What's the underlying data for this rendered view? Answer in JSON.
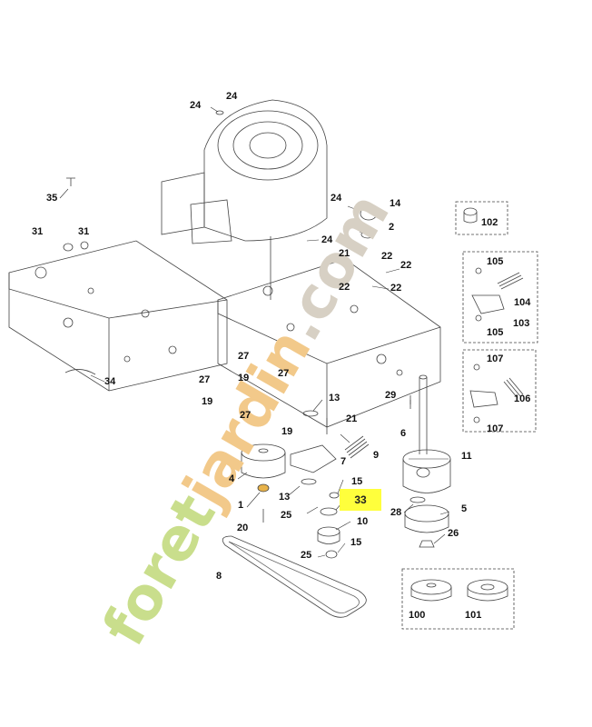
{
  "watermark": {
    "text": "foretjardin.com",
    "color_green": "#c9de8c",
    "color_orange": "#f2c98a",
    "color_grey": "#d7d0c4"
  },
  "highlight": {
    "label": "33",
    "color": "#ffff3c"
  },
  "labels": {
    "l24a": "24",
    "l24b": "24",
    "l35": "35",
    "l31a": "31",
    "l31b": "31",
    "l24c": "24",
    "l14": "14",
    "l2": "2",
    "l24d": "24",
    "l21a": "21",
    "l22a": "22",
    "l22b": "22",
    "l22c": "22",
    "l22d": "22",
    "l102": "102",
    "l105a": "105",
    "l104": "104",
    "l103": "103",
    "l105b": "105",
    "l107a": "107",
    "l106": "106",
    "l107b": "107",
    "l34": "34",
    "l27a": "27",
    "l27b": "27",
    "l19a": "19",
    "l19b": "19",
    "l27c": "27",
    "l13a": "13",
    "l29": "29",
    "l6": "6",
    "l27d": "27",
    "l19c": "19",
    "l21b": "21",
    "l9": "9",
    "l11": "11",
    "l4": "4",
    "l7": "7",
    "l15a": "15",
    "l13b": "13",
    "l25a": "25",
    "l1": "1",
    "l28": "28",
    "l5": "5",
    "l10": "10",
    "l20": "20",
    "l26": "26",
    "l25b": "25",
    "l15b": "15",
    "l8": "8",
    "l100": "100",
    "l101": "101"
  }
}
